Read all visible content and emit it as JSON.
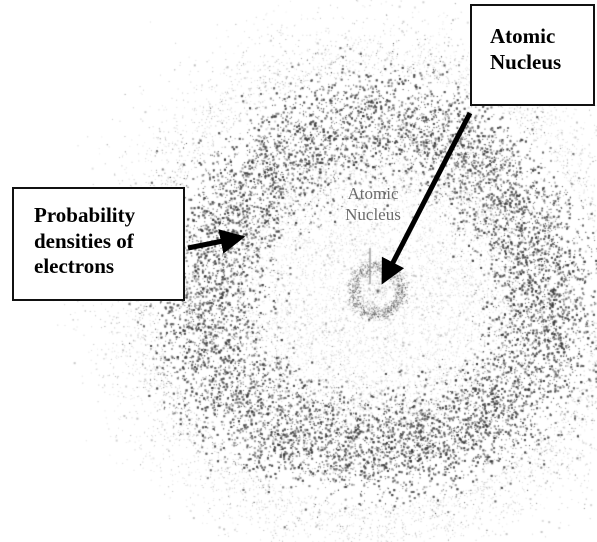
{
  "callouts": {
    "atomic_nucleus": {
      "lines": [
        "Atomic",
        "Nucleus"
      ]
    },
    "probability": {
      "lines": [
        "Probability",
        "densities of",
        "electrons"
      ]
    }
  },
  "inner_label": {
    "lines": [
      "Atomic",
      "Nucleus"
    ]
  },
  "colors": {
    "dots": "#3a3a3a",
    "arrow": "#000000",
    "box_border": "#111111"
  }
}
